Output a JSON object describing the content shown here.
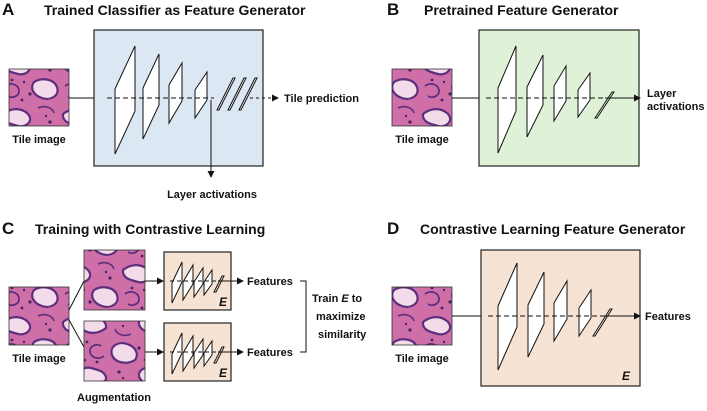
{
  "colors": {
    "panel_a_fill": "#dbe7f3",
    "panel_b_fill": "#dff2d8",
    "encoder_fill": "#f6e3d4",
    "tissue_pink": "#cf6fa8",
    "tissue_purple": "#5e2f7d",
    "tissue_light": "#f4dbe9"
  },
  "panels": {
    "a": {
      "letter": "A",
      "title": "Trained Classifier as Feature Generator",
      "input_label": "Tile image",
      "output_label": "Tile prediction",
      "side_output_label": "Layer activations"
    },
    "b": {
      "letter": "B",
      "title": "Pretrained Feature Generator",
      "input_label": "Tile image",
      "output_label_line1": "Layer",
      "output_label_line2": "activations"
    },
    "c": {
      "letter": "C",
      "title": "Training with Contrastive Learning",
      "input_label": "Tile image",
      "augmentation_label": "Augmentation",
      "encoder_label": "E",
      "features_label": "Features",
      "objective_line1_prefix": "Train ",
      "objective_line1_var": "E",
      "objective_line1_suffix": " to",
      "objective_line2": "maximize",
      "objective_line3": "similarity"
    },
    "d": {
      "letter": "D",
      "title": "Contrastive Learning Feature Generator",
      "input_label": "Tile image",
      "output_label": "Features",
      "encoder_label": "E"
    }
  }
}
